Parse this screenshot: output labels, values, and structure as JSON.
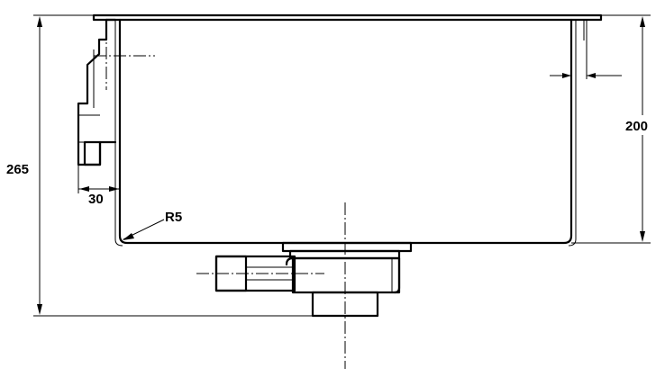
{
  "drawing": {
    "dimensions": {
      "overall_height": "265",
      "bowl_depth": "200",
      "overflow_offset": "30",
      "corner_radius": "R5"
    }
  }
}
